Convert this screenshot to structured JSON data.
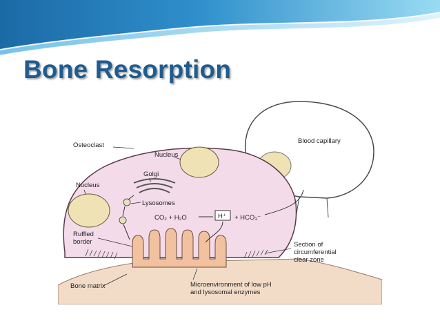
{
  "slide": {
    "title": "Bone Resorption"
  },
  "colors": {
    "title": "#1f5c8f",
    "banner_dark": "#1e6fa8",
    "banner_light": "#8fd3f0",
    "cell": "#f3dbe9",
    "nucleus": "#efe2b4",
    "ruffled": "#f2c2a0",
    "matrix": "#f2dcc8"
  },
  "diagram": {
    "labels": {
      "osteoclast": "Osteoclast",
      "nucleus_top": "Nucleus",
      "golgi": "Golgi",
      "nucleus_left": "Nucleus",
      "lysosomes": "Lysosomes",
      "ruffled_1": "Ruffled",
      "ruffled_2": "border",
      "bone_matrix": "Bone matrix",
      "blood_capillary": "Blood capillary",
      "clear_zone_1": "Section of",
      "clear_zone_2": "circumferential",
      "clear_zone_3": "clear zone",
      "micro_1": "Microenvironment of low pH",
      "micro_2": "and lysosomal enzymes"
    },
    "equation": {
      "left": "CO₂ + H₂O",
      "proton": "H⁺",
      "right": "+ HCO₃⁻"
    }
  }
}
